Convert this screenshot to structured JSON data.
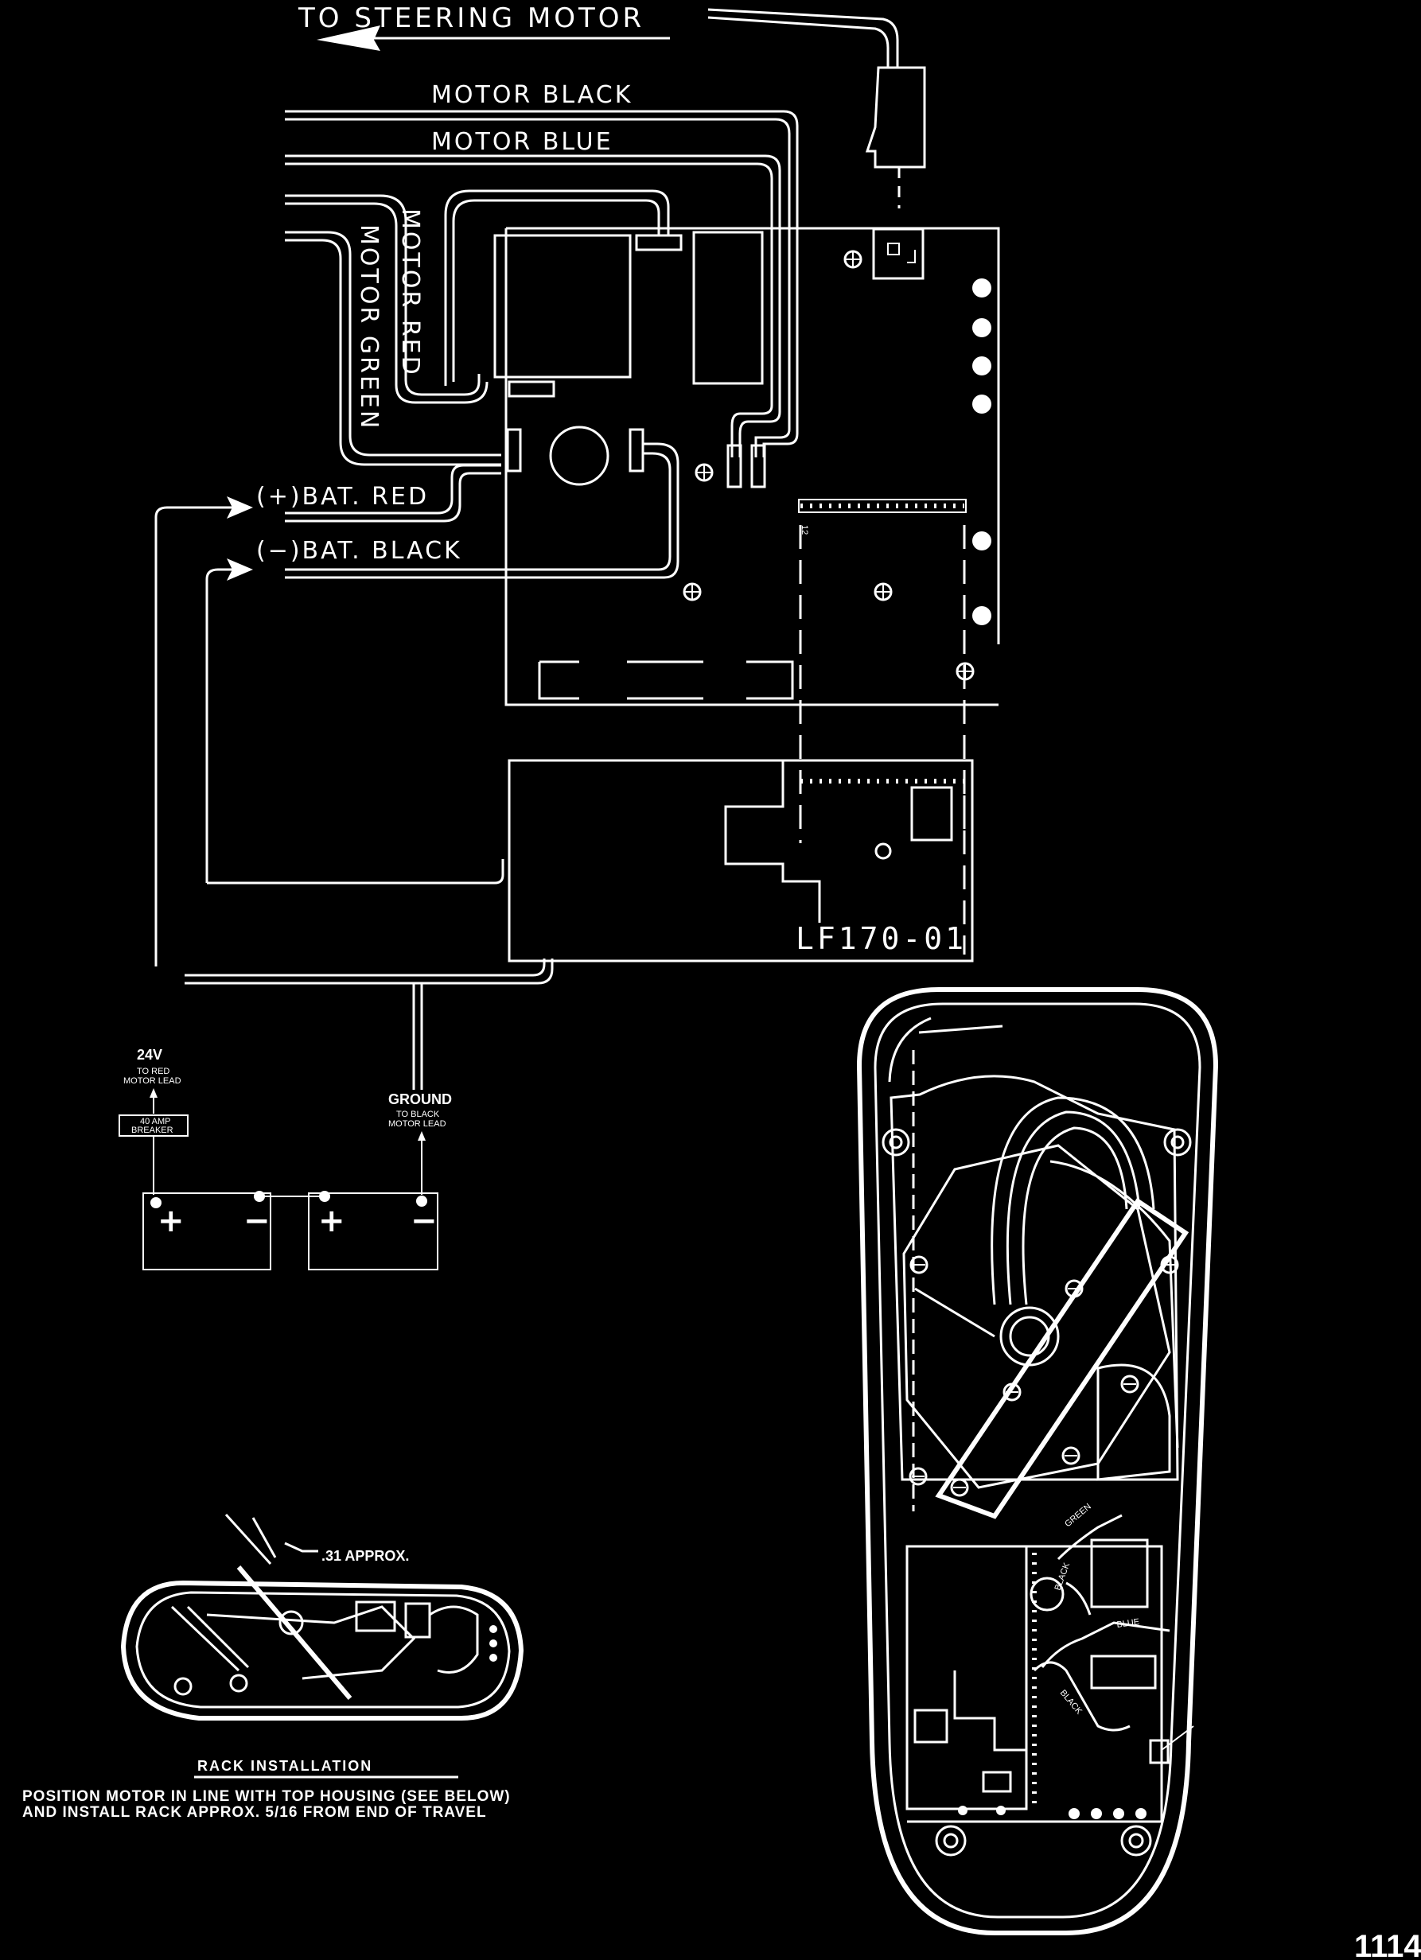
{
  "labels": {
    "to_steering_motor": "TO STEERING MOTOR",
    "motor_black": "MOTOR BLACK",
    "motor_blue": "MOTOR BLUE",
    "motor_red": "MOTOR RED",
    "motor_green": "MOTOR GREEN",
    "bat_red": "(+)BAT. RED",
    "bat_black": "(−)BAT. BLACK",
    "board_code": "LF170-01",
    "board_pin": "12"
  },
  "battery": {
    "voltage": "24V",
    "to_red_1": "TO RED",
    "to_red_2": "MOTOR LEAD",
    "breaker_1": "40 AMP",
    "breaker_2": "BREAKER",
    "ground": "GROUND",
    "to_black_1": "TO BLACK",
    "to_black_2": "MOTOR LEAD",
    "plus": "+",
    "minus": "−"
  },
  "rack": {
    "approx": ".31 APPROX.",
    "title": "RACK INSTALLATION",
    "note_1": "POSITION MOTOR IN LINE WITH TOP HOUSING (SEE BELOW)",
    "note_2": "AND INSTALL RACK APPROX. 5/16 FROM END OF TRAVEL"
  },
  "housing_wires": {
    "green": "GREEN",
    "black": "BLACK",
    "blue": "BLUE",
    "black2": "BLACK"
  },
  "page_number": "1114"
}
